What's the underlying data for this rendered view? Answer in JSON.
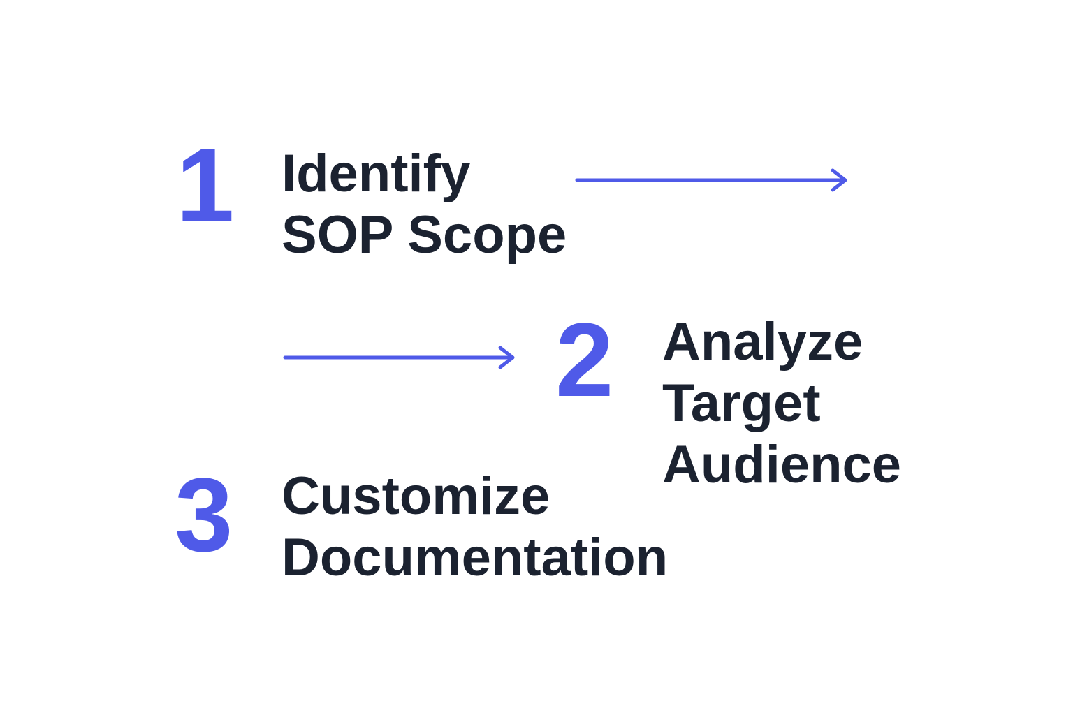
{
  "accent_color": "#4f5ae8",
  "text_color": "#1b2230",
  "steps": [
    {
      "number": "1",
      "line1": "Identify",
      "line2": "SOP Scope"
    },
    {
      "number": "2",
      "line1": "Analyze",
      "line2": "Target",
      "line3": "Audience"
    },
    {
      "number": "3",
      "line1": "Customize",
      "line2": "Documentation"
    }
  ],
  "arrows": [
    {
      "name": "arrow-right-icon"
    },
    {
      "name": "arrow-right-icon"
    }
  ]
}
